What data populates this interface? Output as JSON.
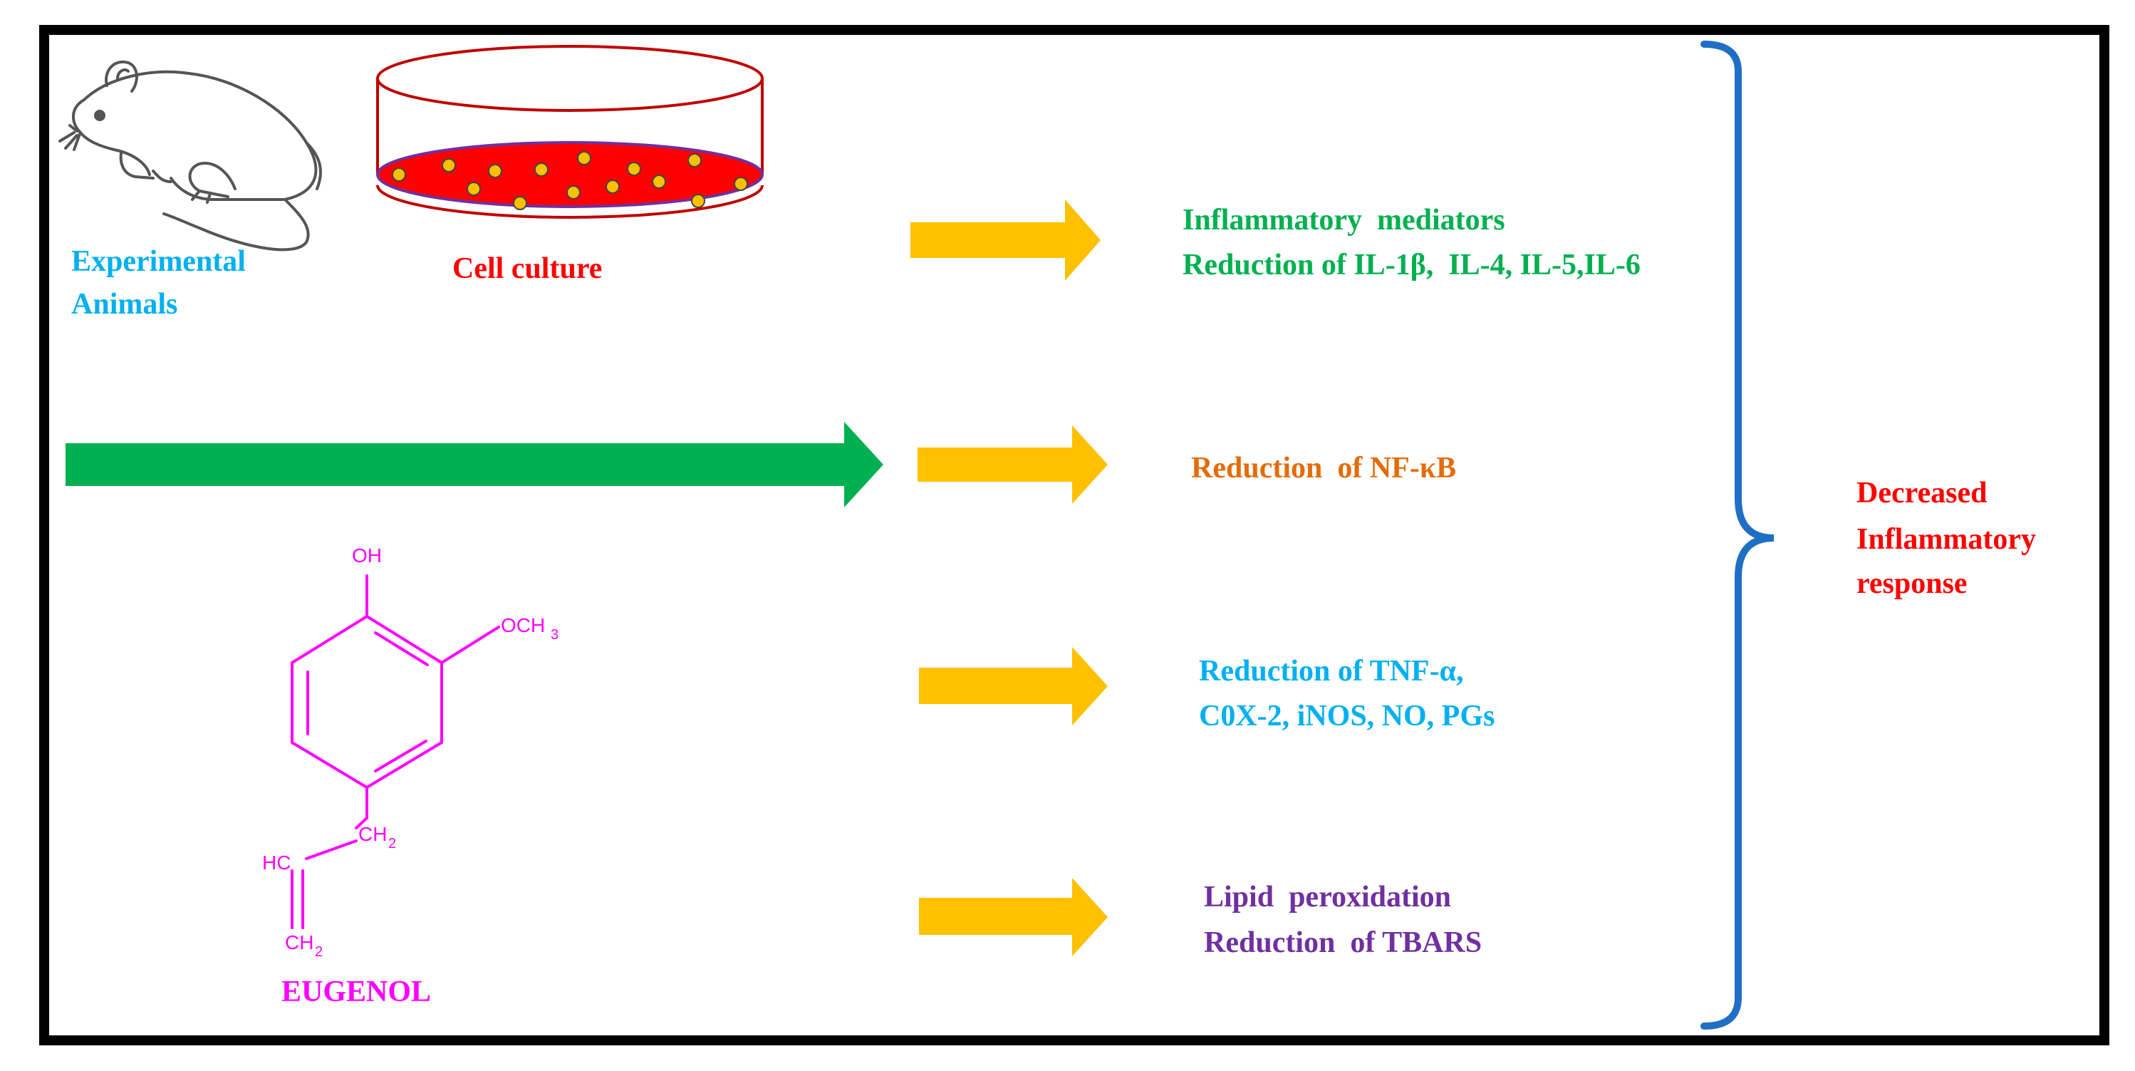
{
  "colors": {
    "frame": "#000000",
    "yellow_arrow": "#FFC000",
    "green_arrow": "#00B050",
    "brace": "#1F6FC5",
    "sources_label": "#00B0F0",
    "cell_label": "#FF0000",
    "mediators": "#00B050",
    "nfkb": "#E36C0A",
    "tnf": "#00B0F0",
    "lipid": "#7030A0",
    "eugenol": "#FF00FF",
    "response": "#FF0000",
    "culture_medium": "#FF0000",
    "cells": "#FFC000",
    "dish_outline": "#C00000"
  },
  "sources": {
    "animals_label_line1": "Experimental",
    "animals_label_line2": "Animals",
    "cell_culture_label": "Cell culture"
  },
  "eugenol": {
    "oh": "OH",
    "och3": "OCH",
    "och3_sub": "3",
    "ch2_top": "CH",
    "ch2_top_sub": "2",
    "hc": "HC",
    "ch2_bottom": "CH",
    "ch2_bottom_sub": "2",
    "name": "EUGENOL"
  },
  "effects": {
    "mediators_line1": "Inflammatory  mediators",
    "mediators_line2": "Reduction of IL-1β,  IL-4, IL-5,IL-6",
    "nfkb": "Reduction  of NF-κB",
    "tnf_line1": "Reduction of TNF-α,",
    "tnf_line2": "C0X-2, iNOS, NO, PGs",
    "lipid_line1": "Lipid  peroxidation",
    "lipid_line2": "Reduction  of TBARS"
  },
  "outcome": {
    "line1": "Decreased",
    "line2": "Inflammatory",
    "line3": "response"
  }
}
